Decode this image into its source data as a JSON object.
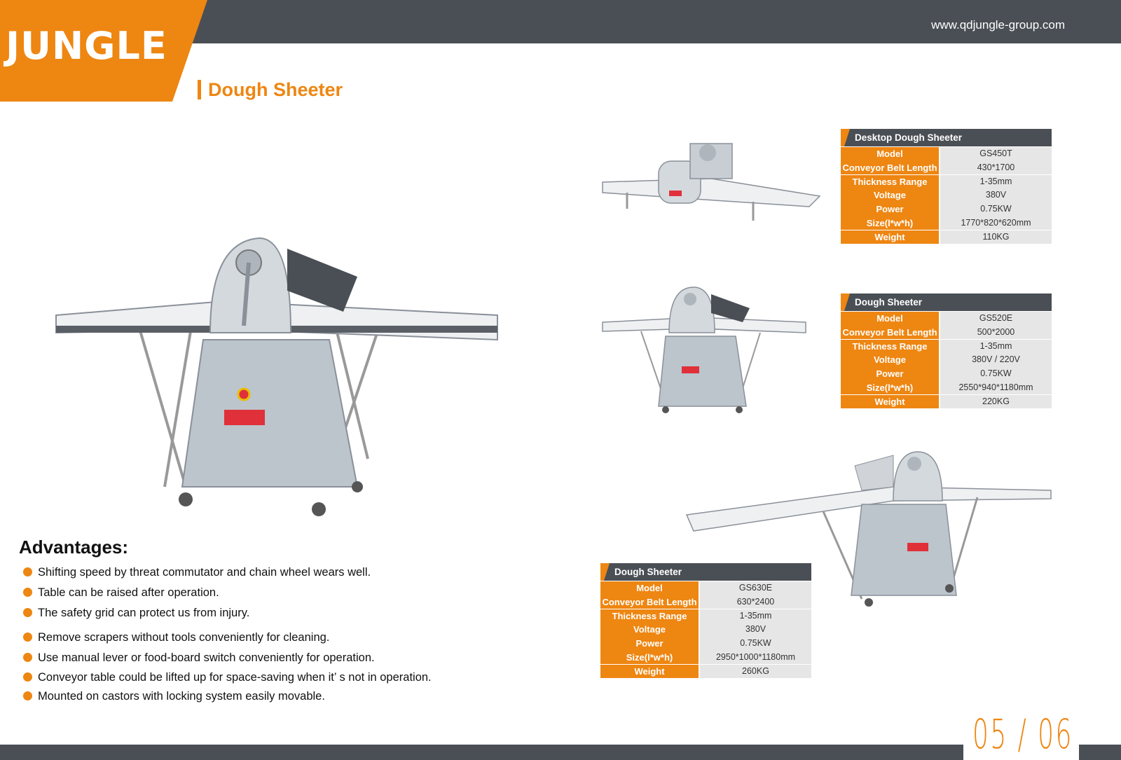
{
  "header": {
    "brand": "JUNGLE",
    "website": "www.qdjungle-group.com",
    "title": "Dough Sheeter"
  },
  "advantages": {
    "title": "Advantages:",
    "items": [
      "Shifting speed by threat commutator and chain wheel wears well.",
      "Table can be raised after operation.",
      "The safety grid can protect us from injury.",
      "Remove scrapers without tools conveniently for cleaning.",
      "Use manual lever or food-board switch conveniently for operation.",
      "Conveyor table could be lifted up for space-saving when it’ s not in operation.",
      "Mounted on castors with locking system easily movable."
    ]
  },
  "spec_labels": {
    "model": "Model",
    "belt": "Conveyor Belt Length",
    "thickness": "Thickness Range",
    "voltage": "Voltage",
    "power": "Power",
    "size": "Size(l*w*h)",
    "weight": "Weight"
  },
  "products": [
    {
      "name": "Desktop Dough Sheeter",
      "model": "GS450T",
      "belt": "430*1700",
      "thickness": "1-35mm",
      "voltage": "380V",
      "power": "0.75KW",
      "size": "1770*820*620mm",
      "weight": "110KG"
    },
    {
      "name": "Dough Sheeter",
      "model": "GS520E",
      "belt": "500*2000",
      "thickness": "1-35mm",
      "voltage": "380V / 220V",
      "power": "0.75KW",
      "size": "2550*940*1180mm",
      "weight": "220KG"
    },
    {
      "name": "Dough Sheeter",
      "model": "GS630E",
      "belt": "630*2400",
      "thickness": "1-35mm",
      "voltage": "380V",
      "power": "0.75KW",
      "size": "2950*1000*1180mm",
      "weight": "260KG"
    }
  ],
  "page_number": "05 / 06",
  "colors": {
    "accent": "#ee8612",
    "dark": "#4a4f55",
    "cell": "#e6e6e6"
  }
}
